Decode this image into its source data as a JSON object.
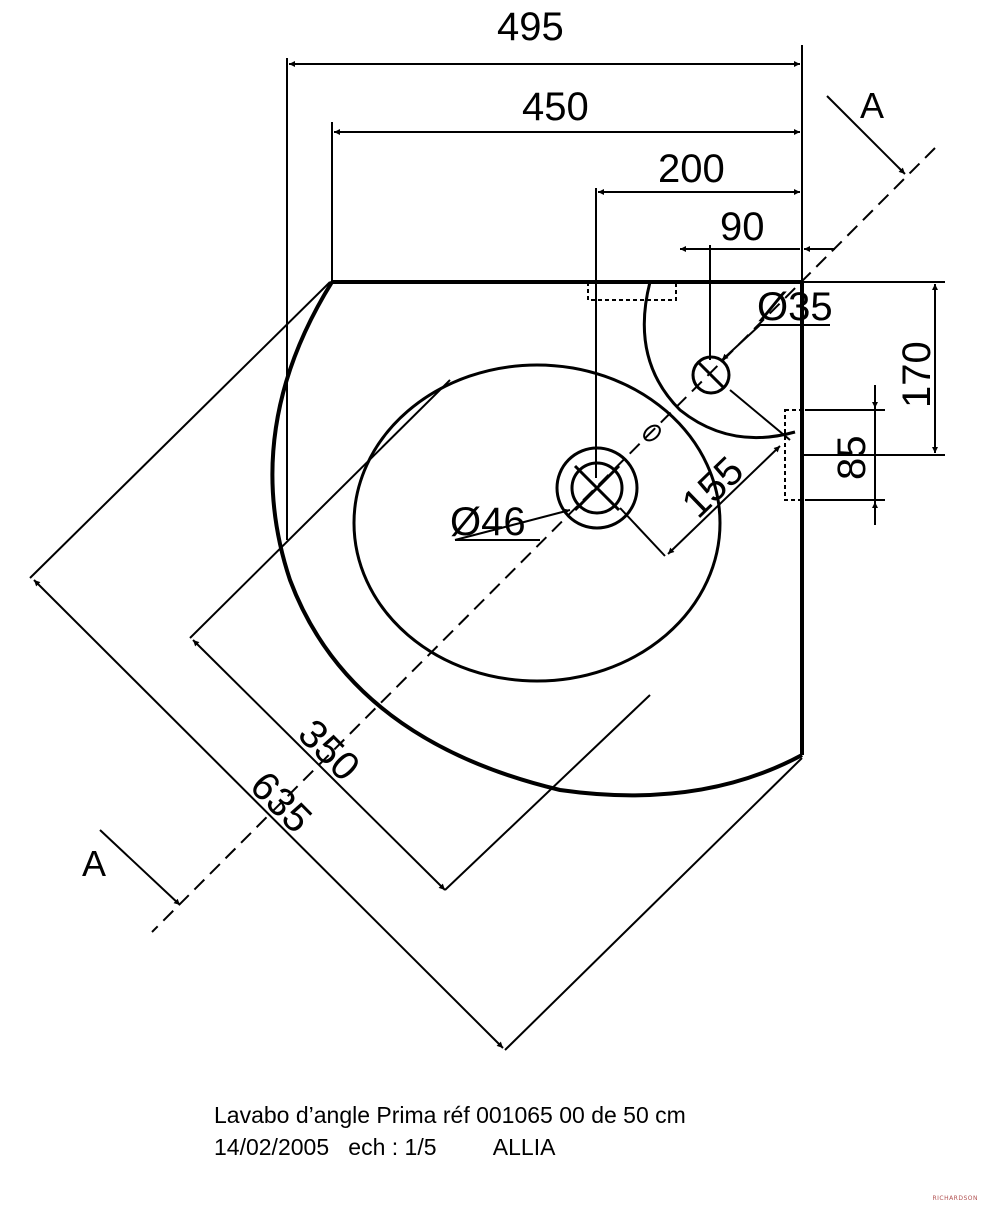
{
  "dimensions": {
    "d495": "495",
    "d450": "450",
    "d200": "200",
    "d90": "90",
    "d35": "Ø35",
    "d170": "170",
    "d85": "85",
    "d155": "155",
    "d46": "Ø46",
    "d350": "350",
    "d635": "635"
  },
  "section_marks": {
    "top": "A",
    "bottom": "A"
  },
  "caption": {
    "line1": "Lavabo d’angle Prima réf 001065 00 de 50 cm",
    "date": "14/02/2005",
    "scale": "ech : 1/5",
    "author": "ALLIA"
  },
  "watermark": "RICHARDSON"
}
